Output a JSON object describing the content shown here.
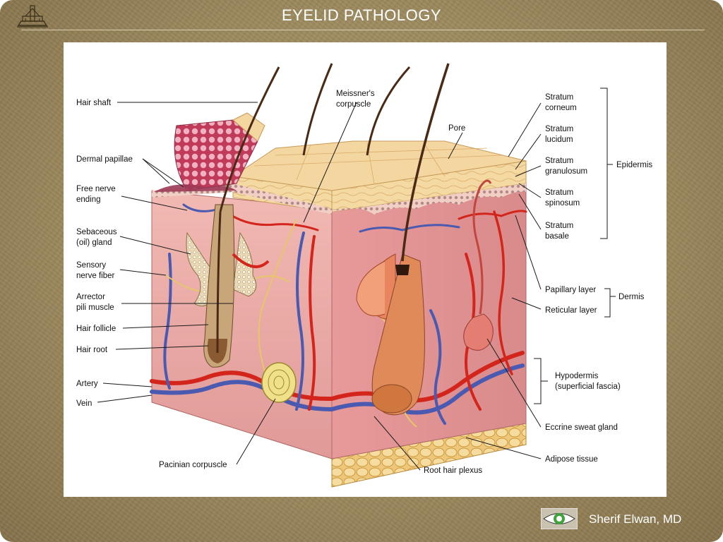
{
  "slide": {
    "title": "EYELID PATHOLOGY",
    "author": "Sherif Elwan, MD"
  },
  "diagram": {
    "left_labels": {
      "hair_shaft": "Hair shaft",
      "dermal_papillae": "Dermal papillae",
      "free_nerve_1": "Free nerve",
      "free_nerve_2": "ending",
      "sebaceous_1": "Sebaceous",
      "sebaceous_2": "(oil) gland",
      "sensory_1": "Sensory",
      "sensory_2": "nerve fiber",
      "arrector_1": "Arrector",
      "arrector_2": "pili muscle",
      "hair_follicle": "Hair follicle",
      "hair_root": "Hair root",
      "artery": "Artery",
      "vein": "Vein"
    },
    "top_labels": {
      "meissner_1": "Meissner's",
      "meissner_2": "corpuscle",
      "pore": "Pore"
    },
    "right_labels": {
      "s_corneum_1": "Stratum",
      "s_corneum_2": "corneum",
      "s_lucidum_1": "Stratum",
      "s_lucidum_2": "lucidum",
      "s_granulosum_1": "Stratum",
      "s_granulosum_2": "granulosum",
      "s_spinosum_1": "Stratum",
      "s_spinosum_2": "spinosum",
      "s_basale_1": "Stratum",
      "s_basale_2": "basale",
      "epidermis": "Epidermis",
      "papillary": "Papillary layer",
      "reticular": "Reticular layer",
      "dermis": "Dermis",
      "hypodermis_1": "Hypodermis",
      "hypodermis_2": "(superficial fascia)",
      "eccrine": "Eccrine sweat gland",
      "adipose": "Adipose tissue"
    },
    "bottom_labels": {
      "pacinian": "Pacinian corpuscle",
      "root_plexus": "Root hair plexus"
    }
  },
  "icons": {
    "logo": "building-logo-icon",
    "footer": "eye-icon"
  },
  "colors": {
    "background": "#9d8a5f",
    "title_text": "#ffffff",
    "dermis_pink": "#e9a4a4",
    "artery_red": "#d3251b",
    "vein_blue": "#4a5ab0",
    "fat_yellow": "#f1cf86",
    "epidermis_tan": "#f3d9a3",
    "eye_green": "#3fa33a"
  }
}
